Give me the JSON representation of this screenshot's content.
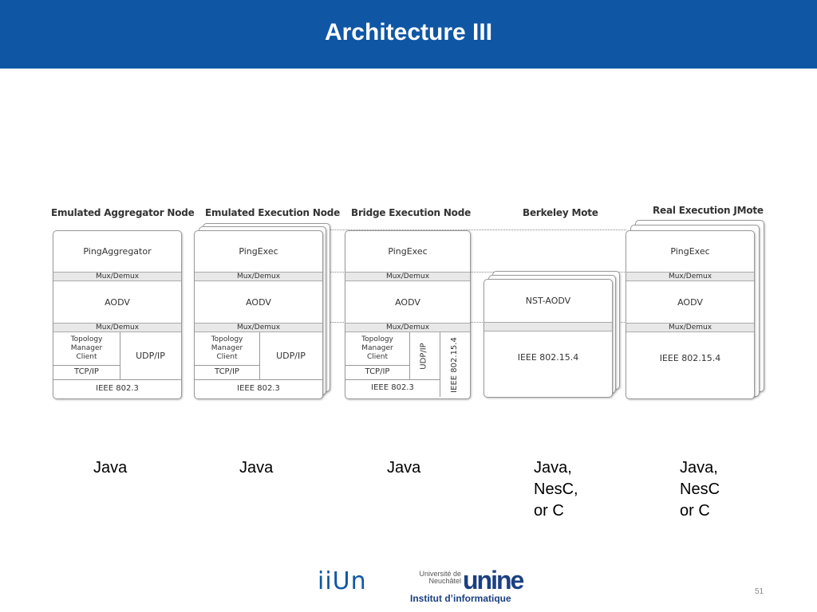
{
  "header": {
    "title": "Architecture III"
  },
  "nodes": {
    "aggregator": {
      "title": "Emulated Aggregator Node",
      "app": "PingAggregator",
      "mux1": "Mux/Demux",
      "routing": "AODV",
      "mux2": "Mux/Demux",
      "tmc": "Topology Manager Client",
      "udp": "UDP/IP",
      "tcp": "TCP/IP",
      "phy": "IEEE 802.3"
    },
    "execution": {
      "title": "Emulated Execution Node",
      "app": "PingExec",
      "mux1": "Mux/Demux",
      "routing": "AODV",
      "mux2": "Mux/Demux",
      "tmc": "Topology Manager Client",
      "udp": "UDP/IP",
      "tcp": "TCP/IP",
      "phy": "IEEE 802.3"
    },
    "bridge": {
      "title": "Bridge Execution Node",
      "app": "PingExec",
      "mux1": "Mux/Demux",
      "routing": "AODV",
      "mux2": "Mux/Demux",
      "tmc": "Topology Manager Client",
      "udp": "UDP/IP",
      "wsn": "IEEE 802.15.4",
      "tcp": "TCP/IP",
      "phy": "IEEE 802.3"
    },
    "berkeley": {
      "title": "Berkeley Mote",
      "routing": "NST-AODV",
      "phy": "IEEE 802.15.4"
    },
    "jmote": {
      "title": "Real Execution JMote",
      "app": "PingExec",
      "mux1": "Mux/Demux",
      "routing": "AODV",
      "mux2": "Mux/Demux",
      "phy": "IEEE 802.15.4"
    }
  },
  "languages": {
    "aggregator": [
      "Java"
    ],
    "execution": [
      "Java"
    ],
    "bridge": [
      "Java"
    ],
    "berkeley": [
      "Java,",
      "NesC,",
      "or C"
    ],
    "jmote": [
      "Java,",
      "NesC",
      "or C"
    ]
  },
  "footer": {
    "logo_iiun": "iiUn",
    "university_small": "Université de Neuchâtel",
    "university_big": "unine",
    "institute": "Institut d’informatique",
    "page_number": "51"
  },
  "colors": {
    "header": "#0f57a5",
    "brand": "#1b3f82"
  }
}
